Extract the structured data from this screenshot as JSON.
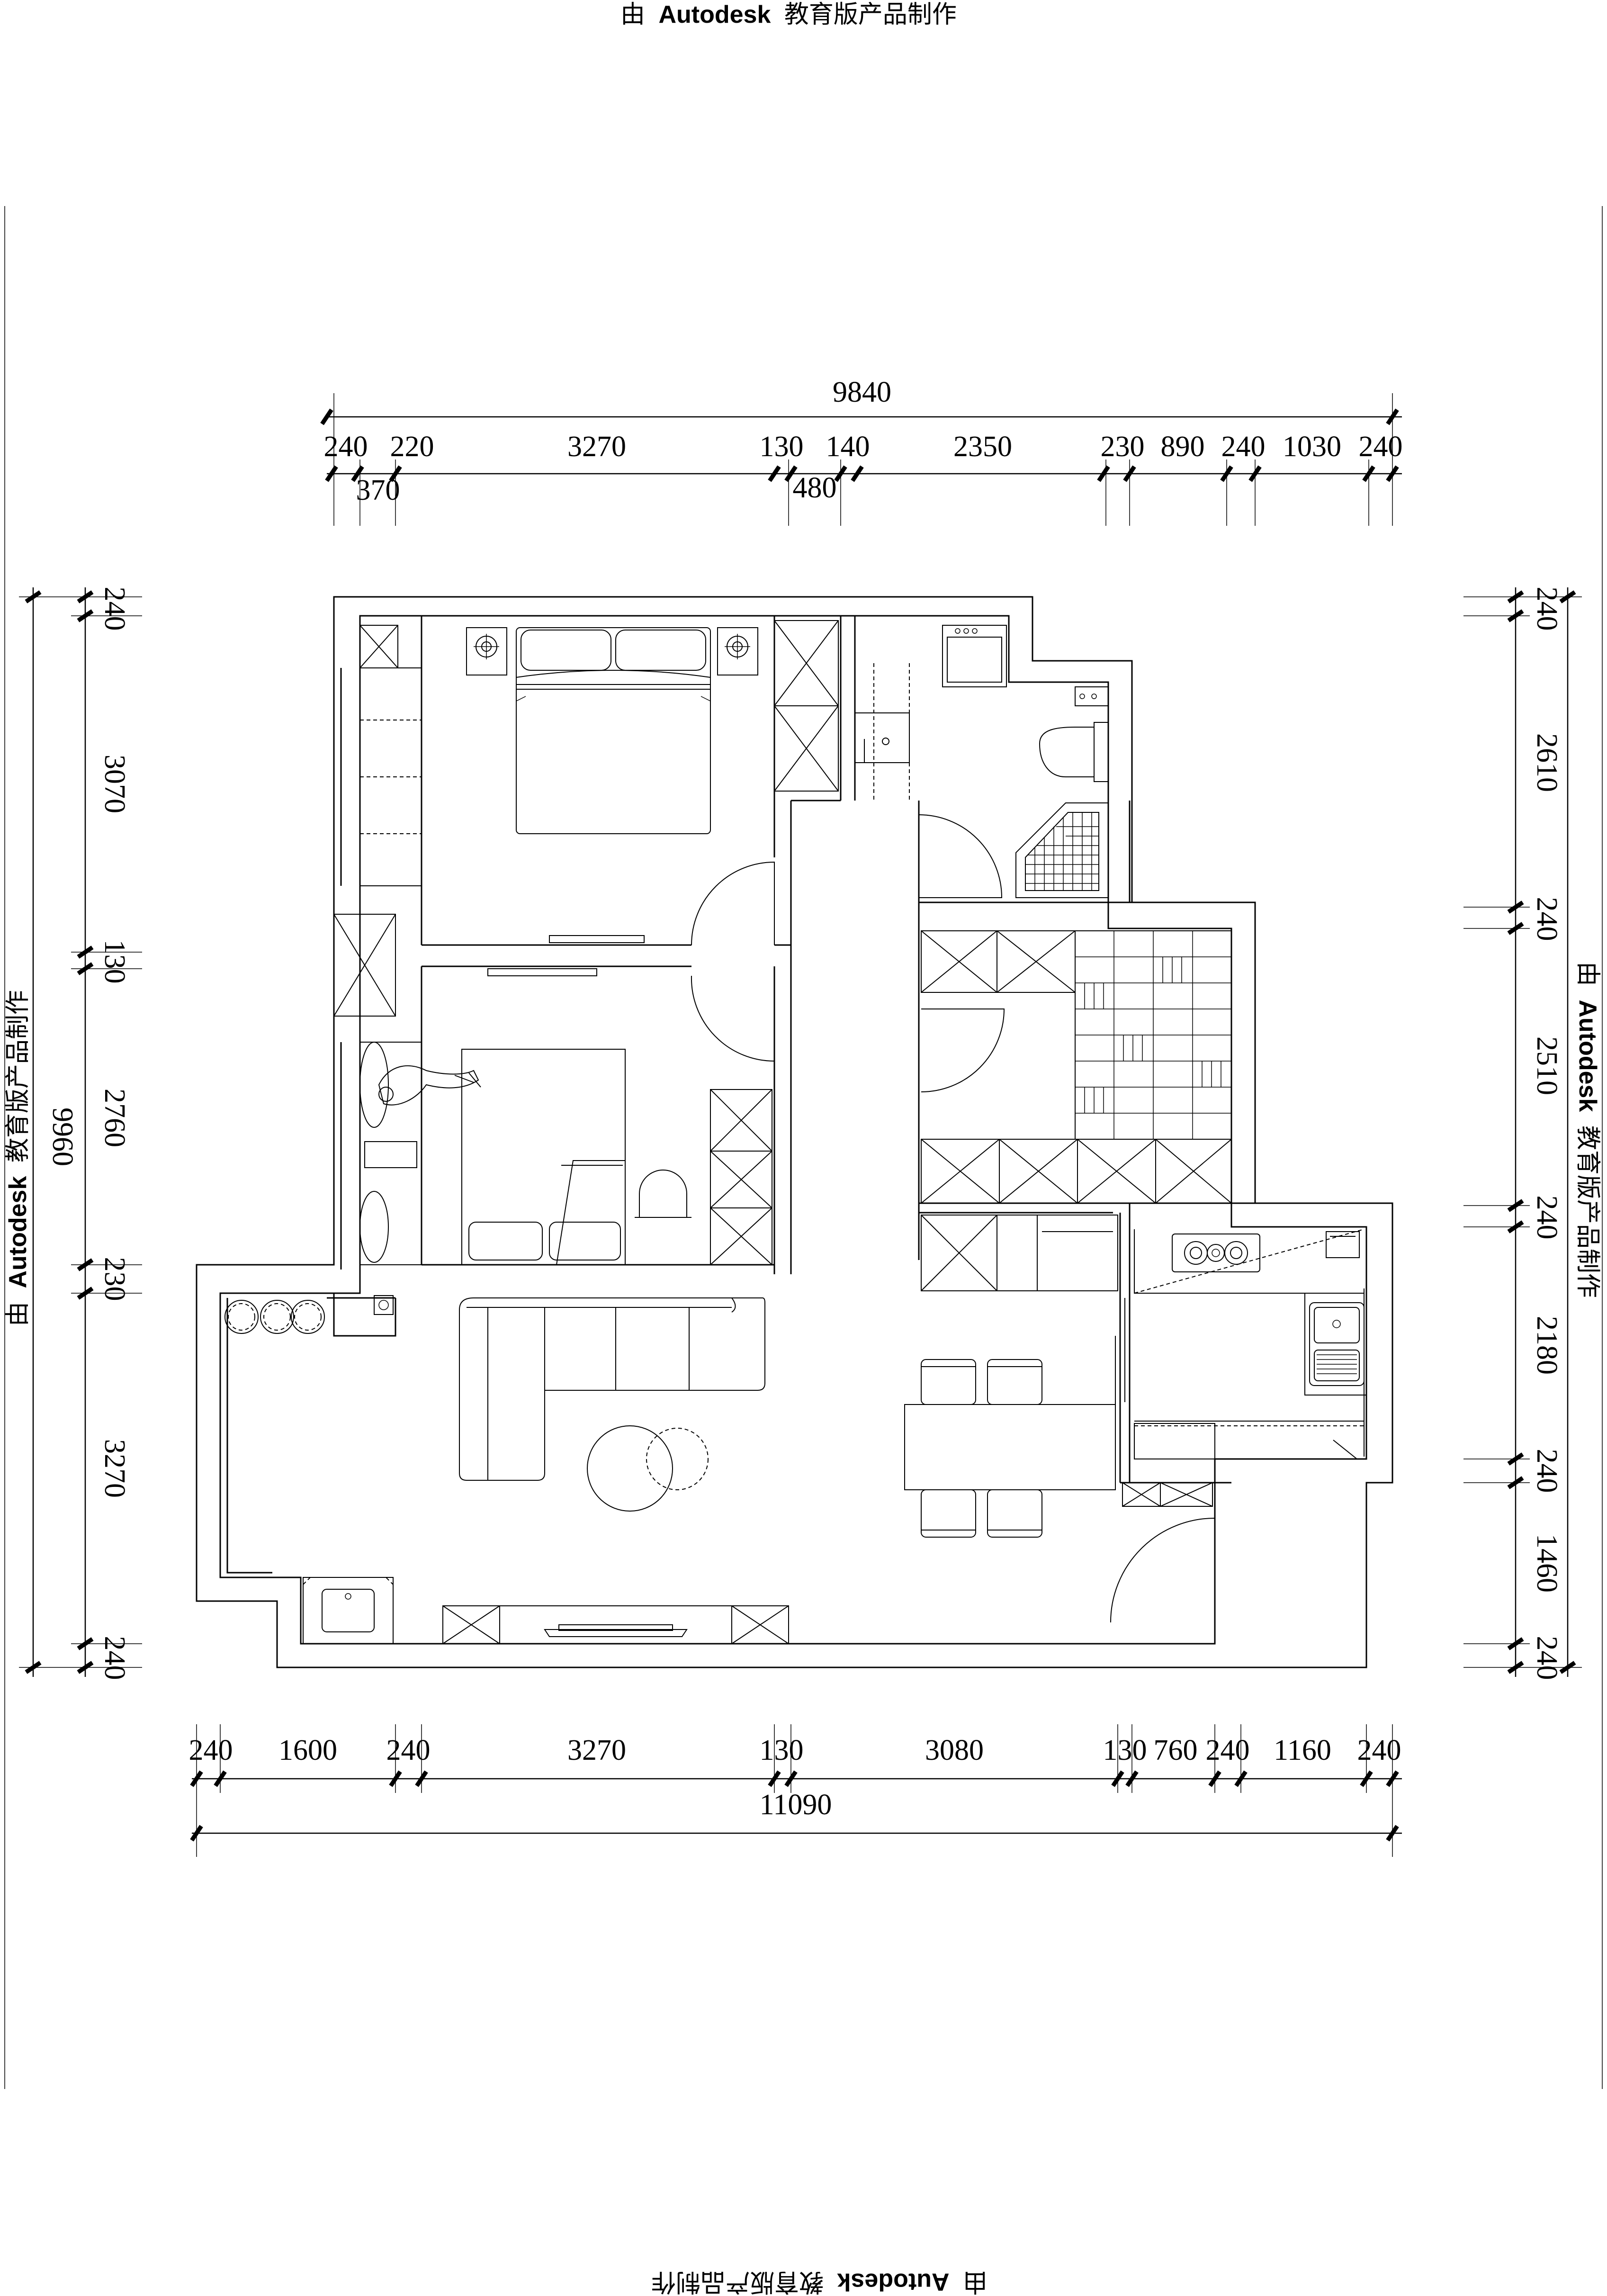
{
  "watermark": {
    "prefix": "由",
    "brand": "Autodesk",
    "suffix": "教育版产品制作"
  },
  "dimensions": {
    "top_total": "9840",
    "top_row": [
      "240",
      "220",
      "3270",
      "130",
      "140",
      "2350",
      "230",
      "890",
      "240",
      "1030",
      "240"
    ],
    "top_sub": [
      "370",
      "480"
    ],
    "bottom_row": [
      "240",
      "1600",
      "240",
      "3270",
      "130",
      "3080",
      "130",
      "760",
      "240",
      "1160",
      "240"
    ],
    "bottom_total": "11090",
    "left_col": [
      "240",
      "3070",
      "130",
      "2760",
      "230",
      "3270",
      "240"
    ],
    "left_total": "9960",
    "right_col": [
      "240",
      "2610",
      "240",
      "2510",
      "240",
      "2180",
      "240",
      "1460",
      "240"
    ]
  }
}
